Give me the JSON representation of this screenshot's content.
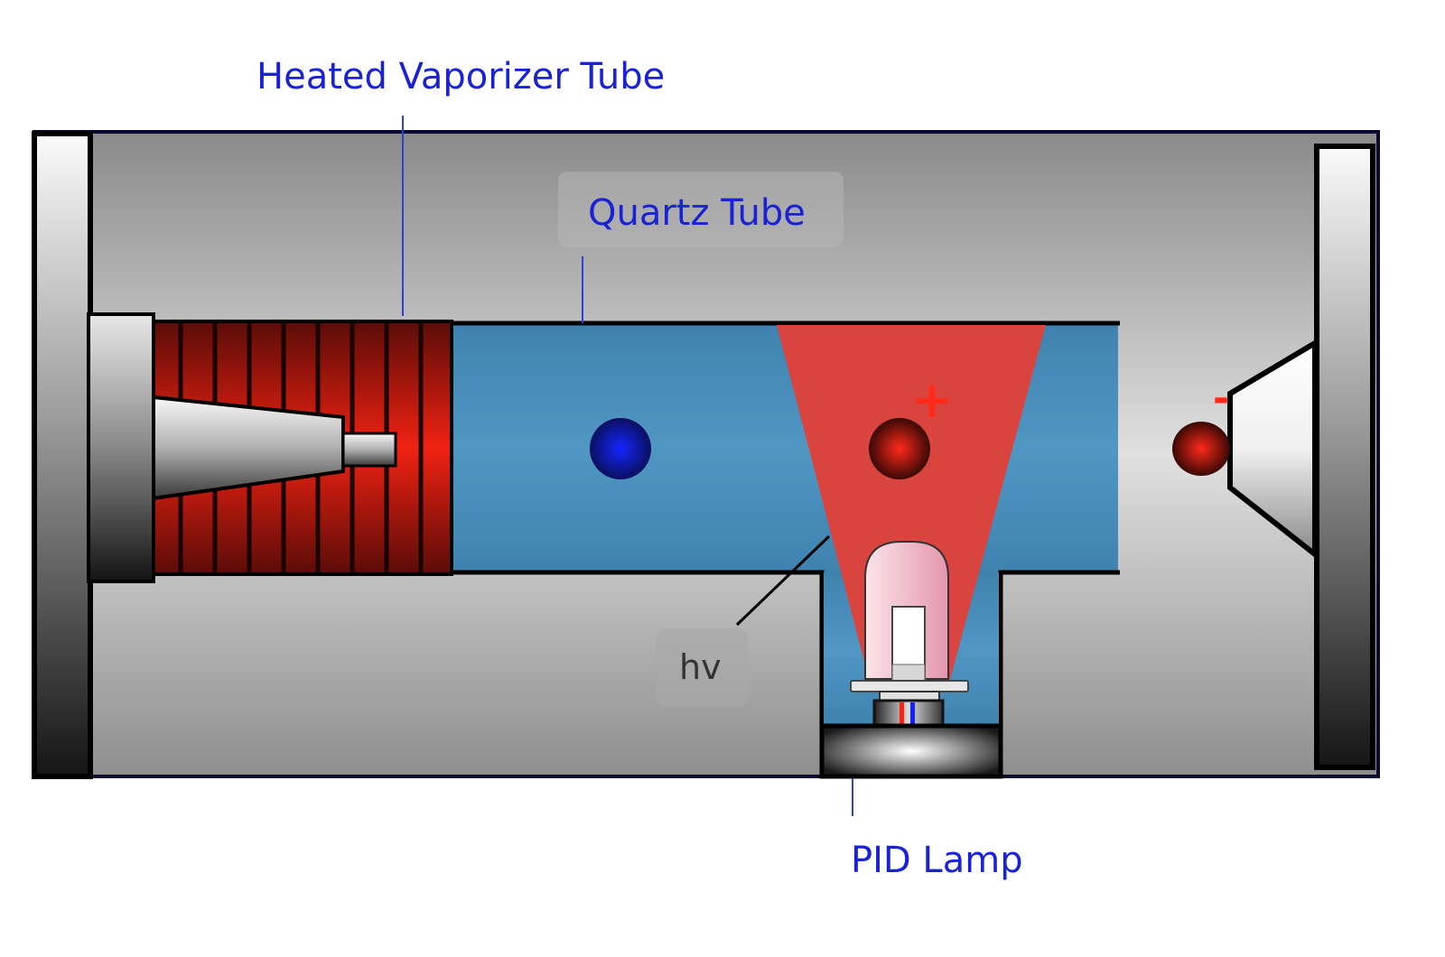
{
  "diagram": {
    "title": "Photoionization Detector (PID) schematic",
    "labels": {
      "heated_vaporizer_tube": "Heated Vaporizer Tube",
      "quartz_tube": "Quartz Tube",
      "hv": "hv",
      "pid_lamp": "PID Lamp"
    },
    "charges": {
      "ion_charge": "+",
      "collector_charge": "-"
    },
    "colors": {
      "label_text": "#1a22d6",
      "quartz_tube_fill": "#4a8dbb",
      "uv_beam": "#d9443f",
      "heater_red": "#e81e10",
      "neutral_molecule": "#1020e0",
      "ion": "#e8281a",
      "housing_gray": "#a8a8a8",
      "outline": "#0a0a30"
    }
  }
}
